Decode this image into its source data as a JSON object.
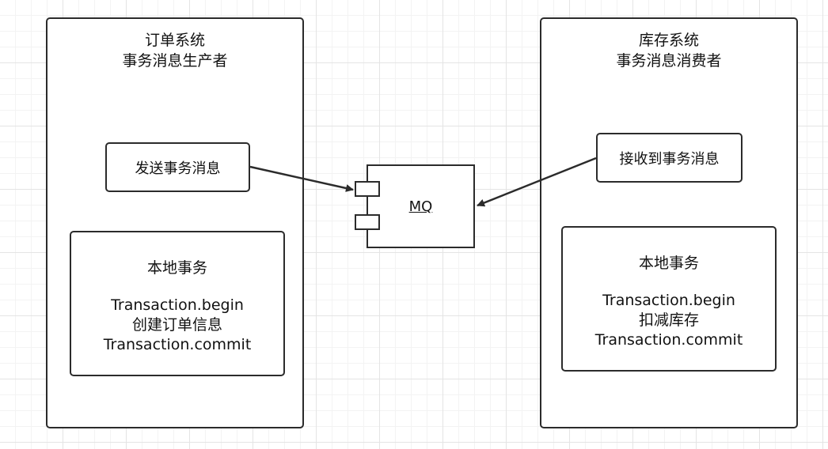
{
  "producer": {
    "title_line1": "订单系统",
    "title_line2": "事务消息生产者",
    "action_label": "发送事务消息",
    "local_tx": {
      "title": "本地事务",
      "lines": [
        "Transaction.begin",
        "创建订单信息",
        "Transaction.commit"
      ]
    }
  },
  "consumer": {
    "title_line1": "库存系统",
    "title_line2": "事务消息消费者",
    "action_label": "接收到事务消息",
    "local_tx": {
      "title": "本地事务",
      "lines": [
        "Transaction.begin",
        "扣减库存",
        "Transaction.commit"
      ]
    }
  },
  "mq": {
    "label": "MQ"
  },
  "colors": {
    "stroke": "#2b2b2b",
    "grid": "#e4e4e4"
  }
}
